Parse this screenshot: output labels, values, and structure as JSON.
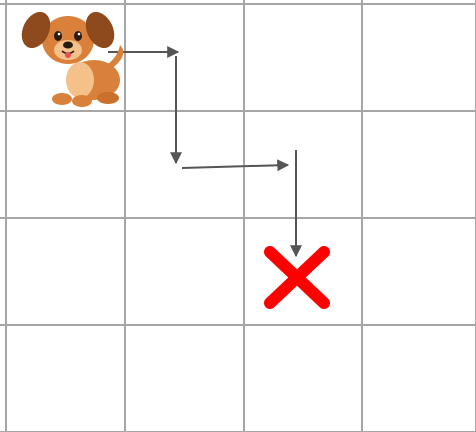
{
  "grid": {
    "rows": 4,
    "cols": 4,
    "line_color": "#a6a6a6",
    "background": "#ffffff"
  },
  "character": {
    "type": "dog",
    "cell": [
      0,
      0
    ],
    "body_color": "#d9813a",
    "belly_color": "#f3c189",
    "ear_color": "#8e4a1c",
    "nose_color": "#2b1a10",
    "tongue_color": "#e84d5a"
  },
  "path": {
    "color": "#555555",
    "moves": [
      "right",
      "down",
      "right",
      "down"
    ]
  },
  "target": {
    "symbol": "x-mark",
    "cell": [
      2,
      2
    ],
    "color": "#ff0000"
  }
}
